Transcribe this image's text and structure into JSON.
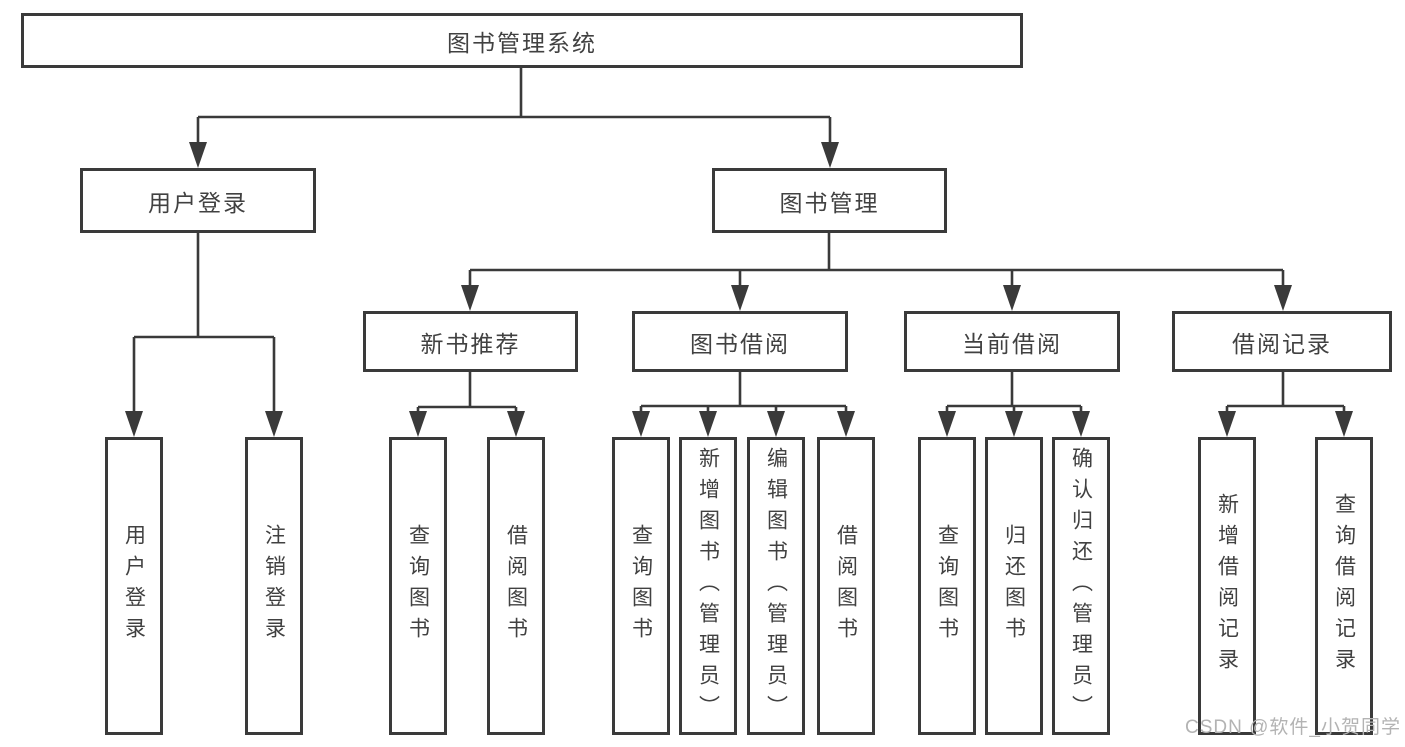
{
  "diagram_title": "图书管理系统",
  "tree": {
    "root": {
      "label": "图书管理系统"
    },
    "user_login": {
      "label": "用户登录",
      "children": [
        {
          "label": "用户登录"
        },
        {
          "label": "注销登录"
        }
      ]
    },
    "book_management": {
      "label": "图书管理",
      "children": [
        {
          "label": "新书推荐",
          "children": [
            {
              "label": "查询图书"
            },
            {
              "label": "借阅图书"
            }
          ]
        },
        {
          "label": "图书借阅",
          "children": [
            {
              "label": "查询图书"
            },
            {
              "label": "新增图书（管理员）"
            },
            {
              "label": "编辑图书（管理员）"
            },
            {
              "label": "借阅图书"
            }
          ]
        },
        {
          "label": "当前借阅",
          "children": [
            {
              "label": "查询图书"
            },
            {
              "label": "归还图书"
            },
            {
              "label": "确认归还（管理员）"
            }
          ]
        },
        {
          "label": "借阅记录",
          "children": [
            {
              "label": "新增借阅记录"
            },
            {
              "label": "查询借阅记录"
            }
          ]
        }
      ]
    }
  },
  "watermark": "CSDN @软件_小贺同学",
  "colors": {
    "line": "#3a3a3a",
    "text": "#414141",
    "watermark": "#b3b3b3",
    "background": "#ffffff"
  }
}
